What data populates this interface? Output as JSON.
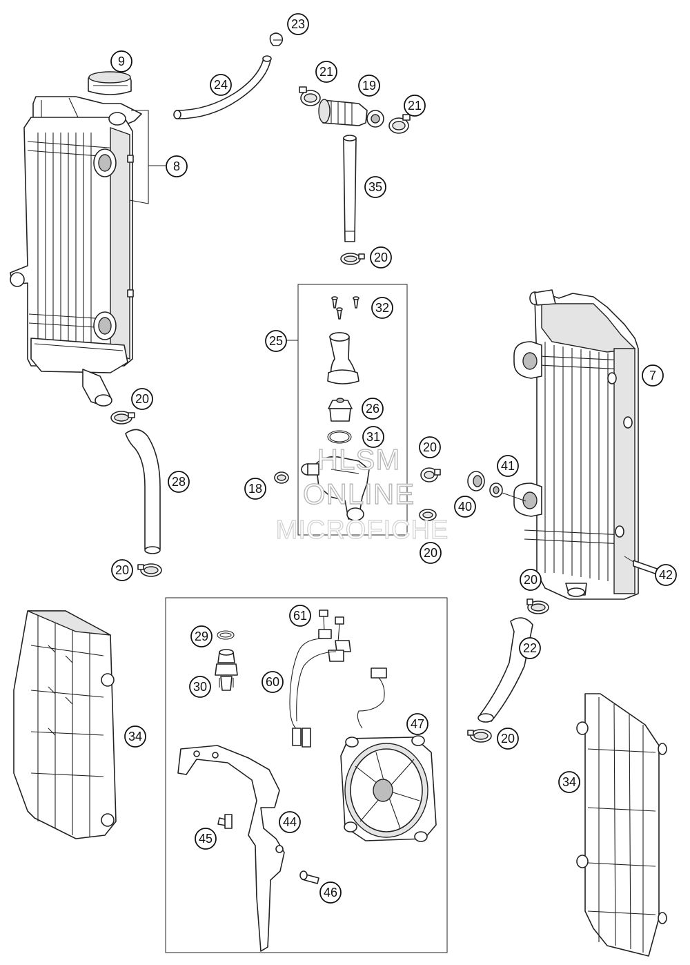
{
  "callouts": [
    {
      "id": "c9",
      "label": "9"
    },
    {
      "id": "c23",
      "label": "23"
    },
    {
      "id": "c24",
      "label": "24"
    },
    {
      "id": "c21a",
      "label": "21"
    },
    {
      "id": "c19",
      "label": "19"
    },
    {
      "id": "c21b",
      "label": "21"
    },
    {
      "id": "c8",
      "label": "8"
    },
    {
      "id": "c35",
      "label": "35"
    },
    {
      "id": "c20a",
      "label": "20"
    },
    {
      "id": "c32",
      "label": "32"
    },
    {
      "id": "c25",
      "label": "25"
    },
    {
      "id": "c7",
      "label": "7"
    },
    {
      "id": "c20b",
      "label": "20"
    },
    {
      "id": "c26",
      "label": "26"
    },
    {
      "id": "c31",
      "label": "31"
    },
    {
      "id": "c20c",
      "label": "20"
    },
    {
      "id": "c41",
      "label": "41"
    },
    {
      "id": "c28",
      "label": "28"
    },
    {
      "id": "c18",
      "label": "18"
    },
    {
      "id": "c40",
      "label": "40"
    },
    {
      "id": "c20d",
      "label": "20"
    },
    {
      "id": "c20e",
      "label": "20"
    },
    {
      "id": "c42",
      "label": "42"
    },
    {
      "id": "c20f",
      "label": "20"
    },
    {
      "id": "c61",
      "label": "61"
    },
    {
      "id": "c29",
      "label": "29"
    },
    {
      "id": "c22",
      "label": "22"
    },
    {
      "id": "c60",
      "label": "60"
    },
    {
      "id": "c30",
      "label": "30"
    },
    {
      "id": "c47",
      "label": "47"
    },
    {
      "id": "c34a",
      "label": "34"
    },
    {
      "id": "c20g",
      "label": "20"
    },
    {
      "id": "c34b",
      "label": "34"
    },
    {
      "id": "c44",
      "label": "44"
    },
    {
      "id": "c45",
      "label": "45"
    },
    {
      "id": "c46",
      "label": "46"
    }
  ],
  "watermark": {
    "line1": "HLSM",
    "line2": "ONLINE",
    "line3": "MICROFICHE"
  }
}
